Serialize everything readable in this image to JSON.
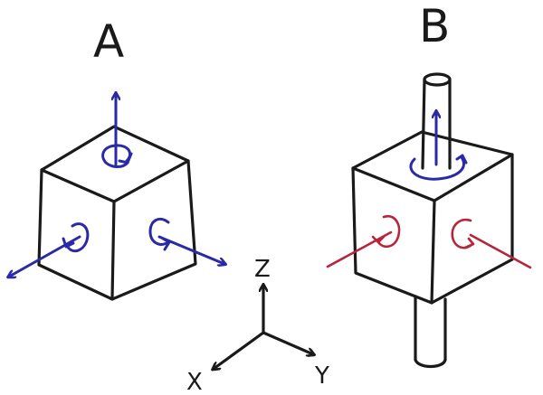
{
  "panels": {
    "a": {
      "label": "A"
    },
    "b": {
      "label": "B"
    }
  },
  "axes": {
    "z": "Z",
    "x": "X",
    "y": "Y"
  },
  "colors": {
    "ink": "#1a1a1a",
    "free_motion": "#2a2aa6",
    "constrained_motion": "#b8243a"
  }
}
